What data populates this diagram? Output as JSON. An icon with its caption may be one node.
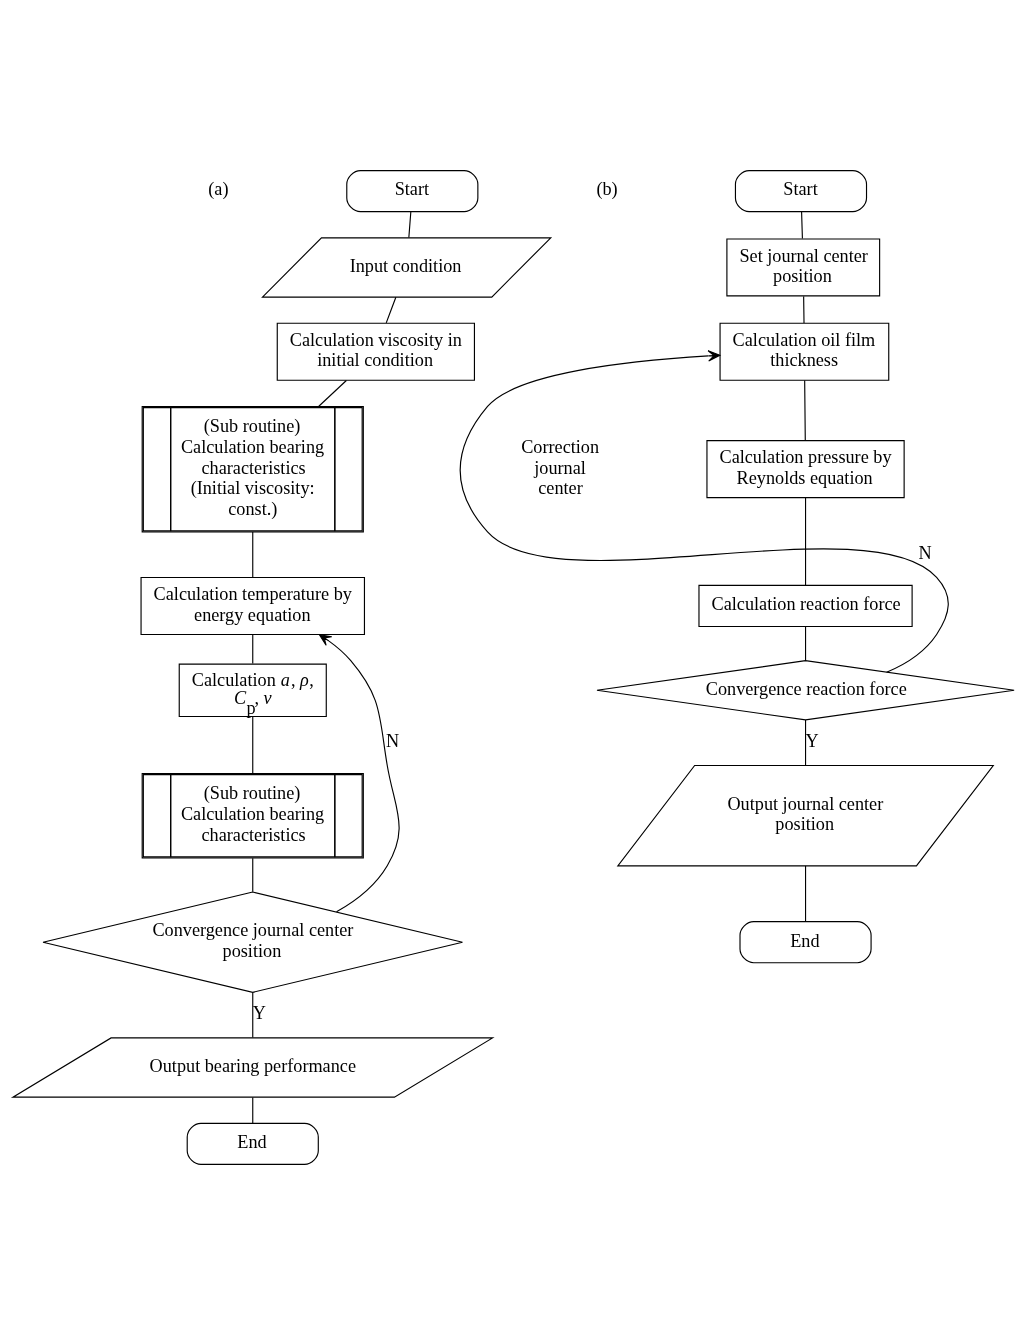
{
  "diagram": {
    "nodes": [
      {
        "text": [
          "Start"
        ]
      },
      {
        "text": [
          "Input condition"
        ]
      },
      {
        "text": [
          "Calculation viscosity in initial condition"
        ]
      },
      {
        "text": [
          "(Sub routine)",
          "Calculation bearing characteristics",
          "(Initial viscosity: const.)"
        ]
      },
      {
        "text": [
          "Calculation temperature by energy equation"
        ]
      },
      {
        "text": [
          "Calculation *a*, *ρ*, *C*$_{p}$, *ν*"
        ]
      },
      {
        "text": [
          "(Sub routine)",
          "Calculation bearing characteristics"
        ]
      },
      {
        "text": [
          "Convergence journal center position"
        ]
      },
      {
        "text": [
          "Output bearing performance"
        ]
      },
      {
        "text": [
          "End"
        ]
      },
      {
        "text": [
          "Start"
        ]
      },
      {
        "text": [
          "Set journal center position"
        ]
      },
      {
        "text": [
          "Calculation oil film thickness"
        ]
      },
      {
        "text": [
          "Calculation pressure by Reynolds equation"
        ]
      },
      {
        "text": [
          "Calculation reaction force"
        ]
      },
      {
        "text": [
          "Convergence reaction force"
        ]
      },
      {
        "text": [
          "Output journal center position"
        ]
      },
      {
        "text": [
          "End"
        ]
      }
    ],
    "edges": [
      {
        "from": 0,
        "to": 1,
        "arrow": "none"
      },
      {
        "from": 1,
        "to": 2,
        "arrow": "none"
      },
      {
        "from": 2,
        "to": 3,
        "arrow": "none"
      },
      {
        "from": 3,
        "to": 4,
        "arrow": "none"
      },
      {
        "from": 4,
        "to": 5,
        "arrow": "none"
      },
      {
        "from": 5,
        "to": 6,
        "arrow": "none"
      },
      {
        "from": 6,
        "to": 7,
        "arrow": "none"
      },
      {
        "from": 7,
        "to": 4,
        "arrow": "to",
        "label": "N"
      },
      {
        "from": 7,
        "to": 8,
        "arrow": "none",
        "label": "Y"
      },
      {
        "from": 8,
        "to": 9,
        "arrow": "none"
      },
      {
        "from": 10,
        "to": 11,
        "arrow": "none"
      },
      {
        "from": 11,
        "to": 12,
        "arrow": "none"
      },
      {
        "from": 12,
        "to": 13,
        "arrow": "none"
      },
      {
        "from": 13,
        "to": 14,
        "arrow": "none"
      },
      {
        "from": 14,
        "to": 15,
        "arrow": "none"
      },
      {
        "from": 15,
        "to": 12,
        "arrow": "to",
        "label": "N"
      },
      {
        "from": 15,
        "to": 16,
        "arrow": "none",
        "label": "Y"
      },
      {
        "from": 16,
        "to": 17,
        "arrow": "none"
      }
    ],
    "labels": [
      "(a)",
      "(b)",
      "Correction journal center"
    ]
  }
}
